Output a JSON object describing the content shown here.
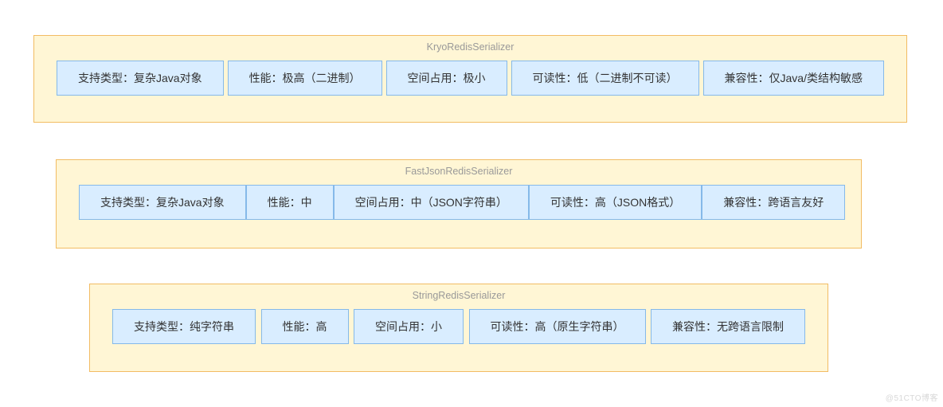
{
  "watermark": "@51CTO博客",
  "colors": {
    "panel_fill": "#FFF6D5",
    "panel_border": "#F2BC63",
    "node_fill": "#D9EDFF",
    "node_border": "#85B9E9",
    "panel_title_text": "#999999",
    "node_text": "#333333",
    "page_background": "#FFFFFF"
  },
  "panels": [
    {
      "title": "KryoRedisSerializer",
      "items": [
        "支持类型：复杂Java对象",
        "性能：极高（二进制）",
        "空间占用：极小",
        "可读性：低（二进制不可读）",
        "兼容性：仅Java/类结构敏感"
      ]
    },
    {
      "title": "FastJsonRedisSerializer",
      "items": [
        "支持类型：复杂Java对象",
        "性能：中",
        "空间占用：中（JSON字符串）",
        "可读性：高（JSON格式）",
        "兼容性：跨语言友好"
      ]
    },
    {
      "title": "StringRedisSerializer",
      "items": [
        "支持类型：纯字符串",
        "性能：高",
        "空间占用：小",
        "可读性：高（原生字符串）",
        "兼容性：无跨语言限制"
      ]
    }
  ]
}
